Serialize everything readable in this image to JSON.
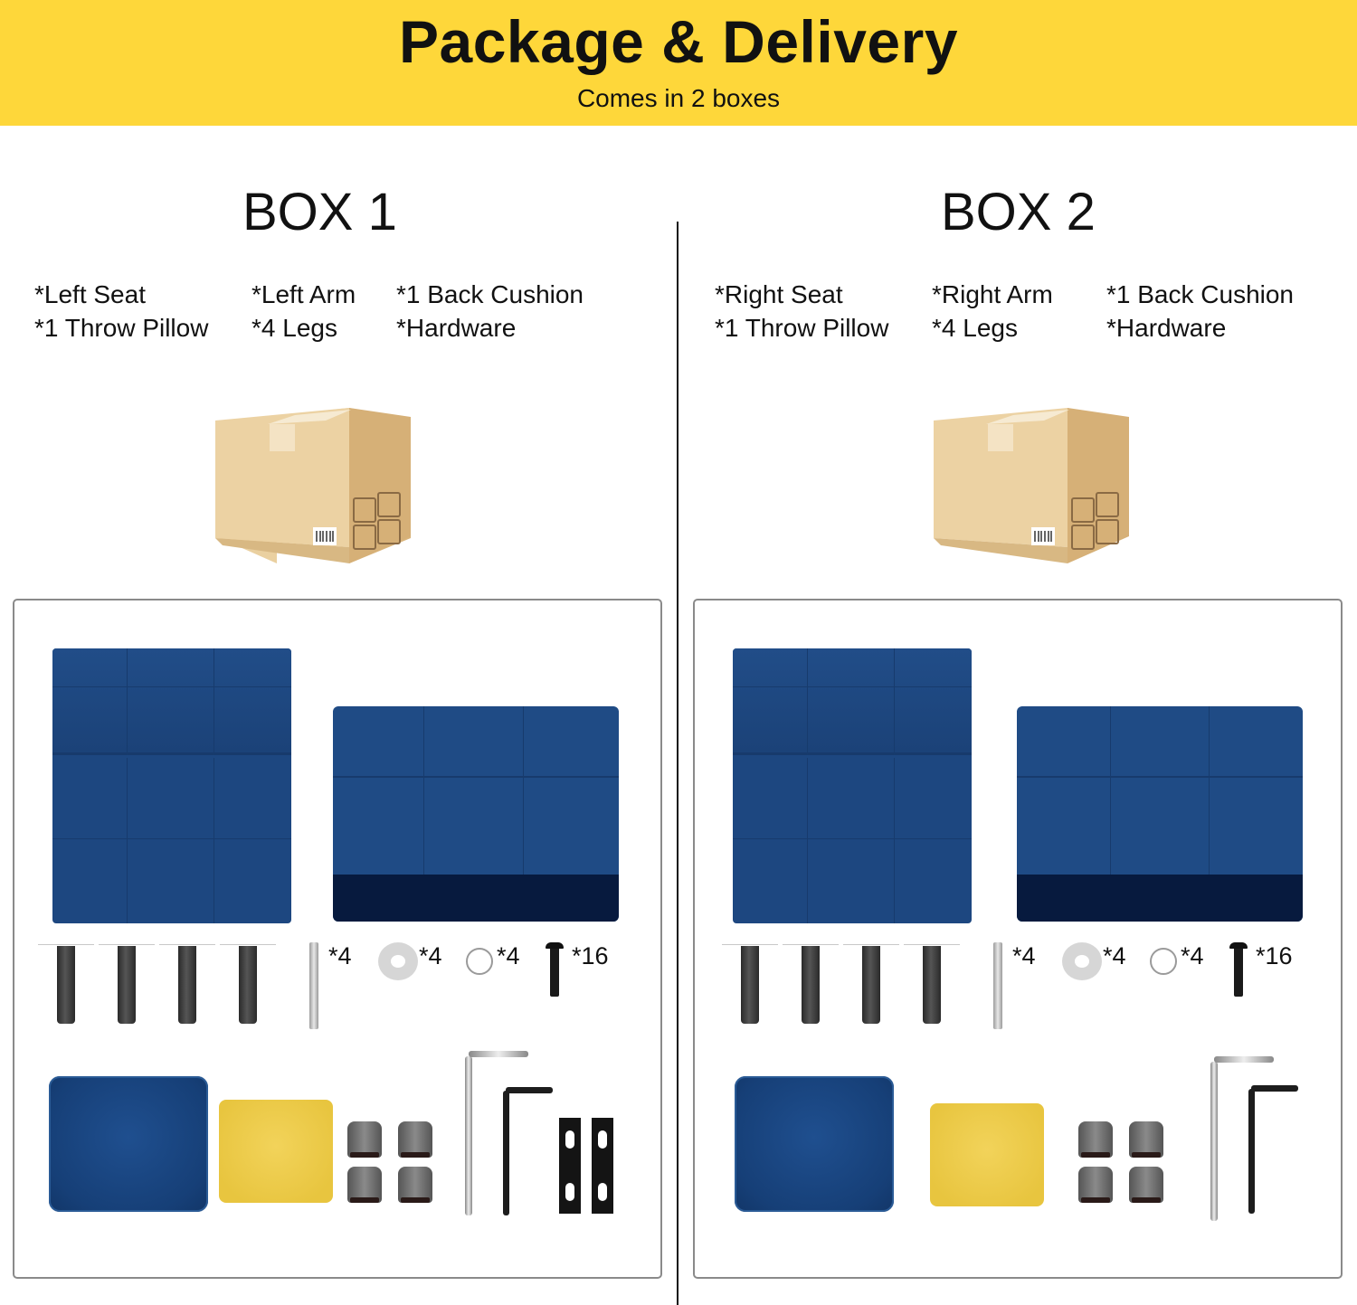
{
  "banner": {
    "title": "Package & Delivery",
    "subtitle": "Comes in 2 boxes",
    "background_color": "#fed73a"
  },
  "boxes": [
    {
      "title": "BOX 1",
      "contents": [
        [
          "*Left Seat",
          "*Left Arm",
          "*1 Back Cushion"
        ],
        [
          "*1 Throw Pillow",
          "*4 Legs",
          "*Hardware"
        ]
      ],
      "carton_icon": "cardboard-box-icon",
      "hardware_quantities": {
        "bolt": "*4",
        "large_washer": "*4",
        "small_washer": "*4",
        "screw": "*16"
      },
      "parts_shown": [
        "left-seat",
        "left-arm",
        "4-legs",
        "bolts",
        "large-washers",
        "small-washers",
        "screws",
        "back-cushion",
        "throw-pillow",
        "4-leg-glides",
        "2-hex-keys",
        "2-connecting-brackets"
      ]
    },
    {
      "title": "BOX 2",
      "contents": [
        [
          "*Right Seat",
          "*Right Arm",
          "*1 Back Cushion"
        ],
        [
          "*1 Throw Pillow",
          "*4 Legs",
          "*Hardware"
        ]
      ],
      "carton_icon": "cardboard-box-icon",
      "hardware_quantities": {
        "bolt": "*4",
        "large_washer": "*4",
        "small_washer": "*4",
        "screw": "*16"
      },
      "parts_shown": [
        "right-seat",
        "right-arm",
        "4-legs",
        "bolts",
        "large-washers",
        "small-washers",
        "screws",
        "back-cushion",
        "throw-pillow",
        "4-leg-glides",
        "2-hex-keys"
      ]
    }
  ],
  "colors": {
    "upholstery_blue": "#1d4780",
    "pillow_yellow": "#e8c53f",
    "carton_kraft": "#e6c38f"
  }
}
